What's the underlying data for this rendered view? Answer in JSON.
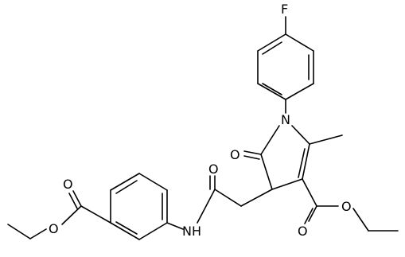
{
  "atoms": {
    "fluorine": "F",
    "ring_nitrogen": "N",
    "lactam_oxygen": "O",
    "amide_oxygen": "O",
    "amide_nh": "NH",
    "ester_carbonyl_oxygen_left": "O",
    "ester_ether_oxygen_left": "O",
    "ester_carbonyl_oxygen_right": "O",
    "ester_ether_oxygen_right": "O"
  },
  "colors": {
    "bond": "#000000",
    "background": "#ffffff"
  }
}
